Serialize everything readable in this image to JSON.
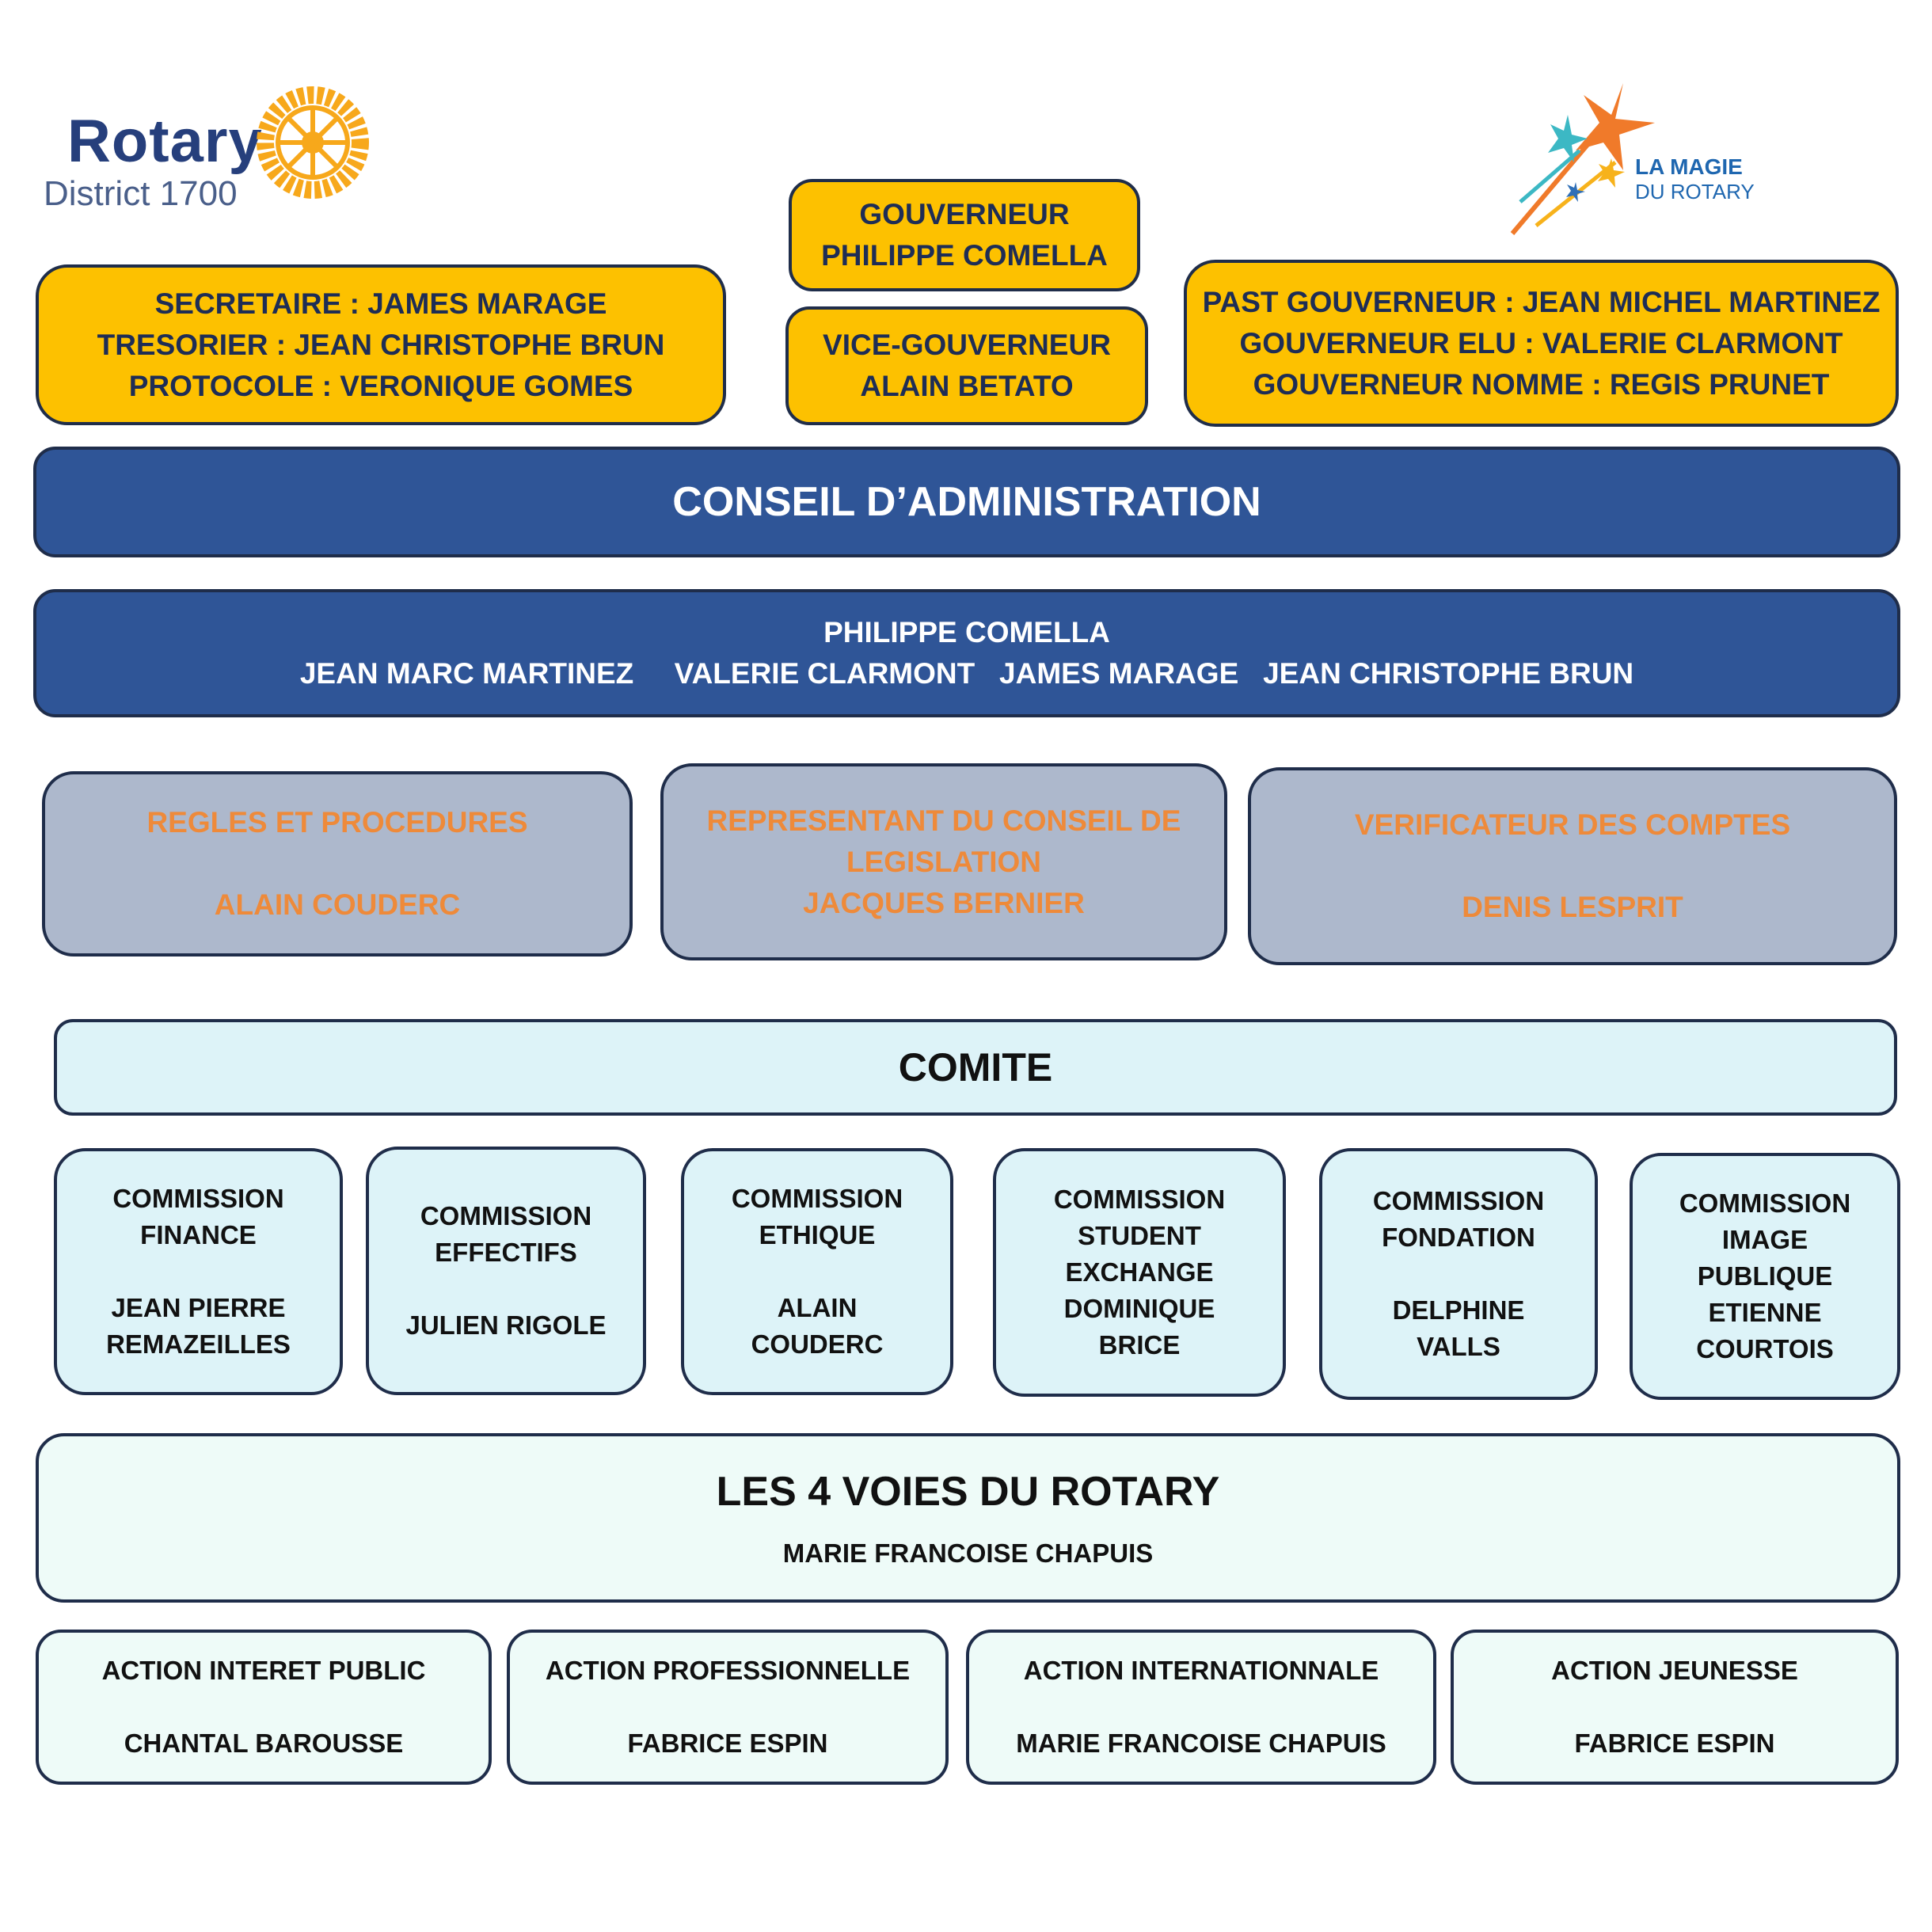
{
  "logo_left": {
    "brand": "Rotary",
    "district": "District 1700"
  },
  "logo_right": {
    "line1": "LA MAGIE",
    "line2": "DU ROTARY"
  },
  "officers": {
    "secretary": "SECRETAIRE : JAMES MARAGE",
    "treasurer": "TRESORIER : JEAN CHRISTOPHE BRUN",
    "protocol": "PROTOCOLE : VERONIQUE GOMES"
  },
  "governor": {
    "title": "GOUVERNEUR",
    "name": "PHILIPPE COMELLA"
  },
  "vice_governor": {
    "title": "VICE-GOUVERNEUR",
    "name": "ALAIN BETATO"
  },
  "past_governors": {
    "past": "PAST GOUVERNEUR : JEAN MICHEL MARTINEZ",
    "elected": "GOUVERNEUR ELU : VALERIE CLARMONT",
    "nominated": "GOUVERNEUR NOMME : REGIS PRUNET"
  },
  "board": {
    "title": "CONSEIL D’ADMINISTRATION",
    "line1": "PHILIPPE COMELLA",
    "line2": "JEAN MARC MARTINEZ     VALERIE CLARMONT   JAMES MARAGE   JEAN CHRISTOPHE BRUN"
  },
  "special_roles": [
    {
      "title": "REGLES ET PROCEDURES",
      "name": "ALAIN COUDERC"
    },
    {
      "title_line1": "REPRESENTANT DU CONSEIL DE",
      "title_line2": "LEGISLATION",
      "name": "JACQUES BERNIER"
    },
    {
      "title": "VERIFICATEUR DES COMPTES",
      "name": "DENIS LESPRIT"
    }
  ],
  "committee": {
    "title": "COMITE",
    "commissions": [
      {
        "l1": "COMMISSION",
        "l2": "FINANCE",
        "n1": "JEAN PIERRE",
        "n2": "REMAZEILLES"
      },
      {
        "l1": "COMMISSION",
        "l2": "EFFECTIFS",
        "n1": "JULIEN RIGOLE"
      },
      {
        "l1": "COMMISSION",
        "l2": "ETHIQUE",
        "n1": "ALAIN",
        "n2": "COUDERC"
      },
      {
        "l1": "COMMISSION",
        "l2": "STUDENT",
        "l3": "EXCHANGE",
        "n1": "DOMINIQUE",
        "n2": "BRICE"
      },
      {
        "l1": "COMMISSION",
        "l2": "FONDATION",
        "n1": "DELPHINE",
        "n2": "VALLS"
      },
      {
        "l1": "COMMISSION",
        "l2": "IMAGE",
        "l3": "PUBLIQUE",
        "n1": "ETIENNE",
        "n2": "COURTOIS"
      }
    ]
  },
  "four_ways": {
    "title": "LES 4 VOIES DU ROTARY",
    "name": "MARIE FRANCOISE CHAPUIS",
    "actions": [
      {
        "title": "ACTION INTERET PUBLIC",
        "name": "CHANTAL BAROUSSE"
      },
      {
        "title": "ACTION PROFESSIONNELLE",
        "name": "FABRICE ESPIN"
      },
      {
        "title": "ACTION INTERNATIONNALE",
        "name": "MARIE FRANCOISE CHAPUIS"
      },
      {
        "title": "ACTION JEUNESSE",
        "name": "FABRICE ESPIN"
      }
    ]
  }
}
